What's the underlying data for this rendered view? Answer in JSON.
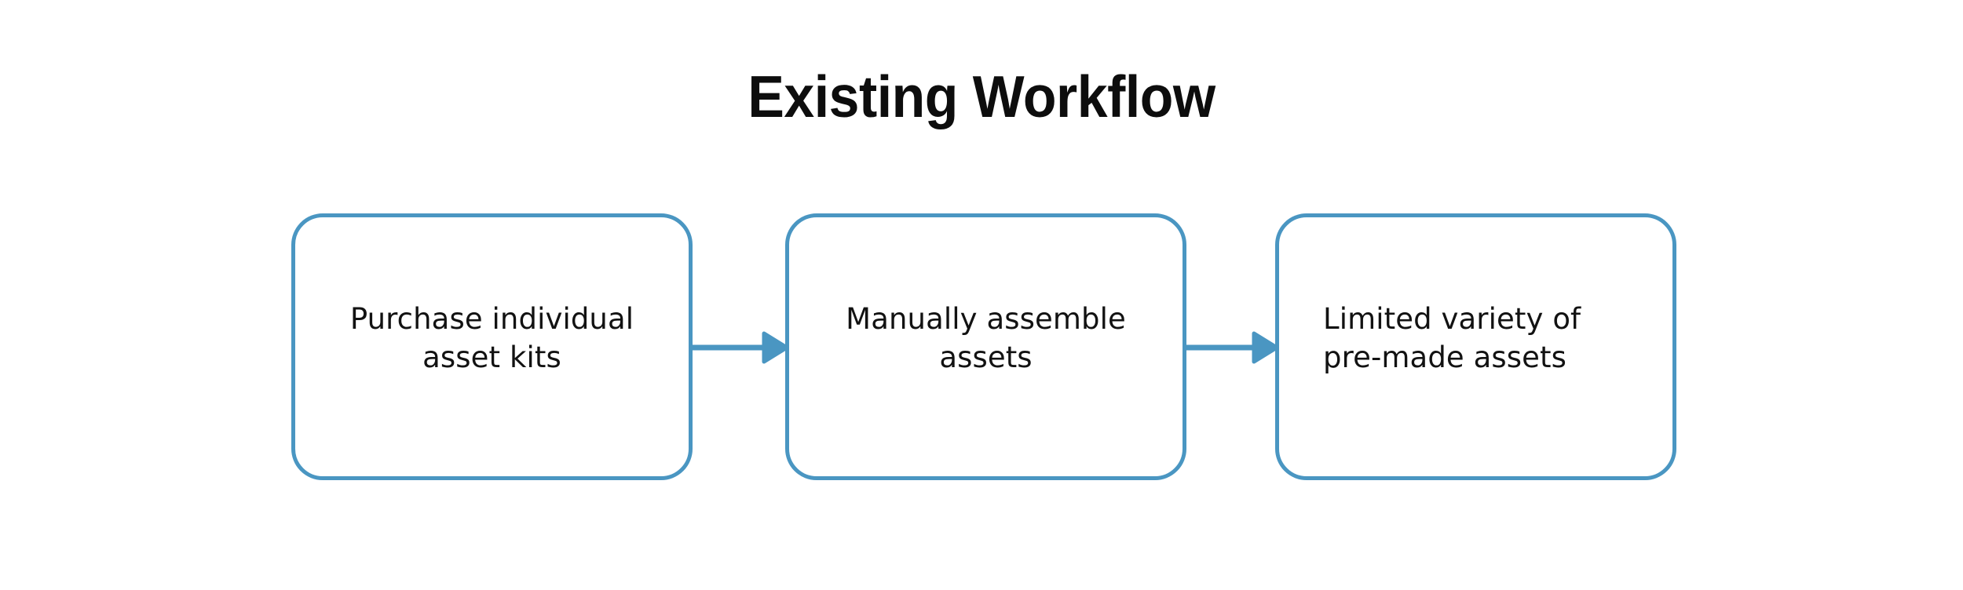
{
  "title": "Existing Workflow",
  "colors": {
    "accent": "#4a96c2",
    "text": "#121212",
    "title": "#0d0d0d",
    "background": "#ffffff"
  },
  "diagram": {
    "type": "linear-flow",
    "orientation": "horizontal",
    "steps": [
      {
        "id": "step-1",
        "order": 1,
        "label": "Purchase individual\nasset kits",
        "line1": "Purchase individual",
        "line2": "asset kits",
        "align": "center"
      },
      {
        "id": "step-2",
        "order": 2,
        "label": "Manually assemble\nassets",
        "line1": "Manually assemble",
        "line2": "assets",
        "align": "center"
      },
      {
        "id": "step-3",
        "order": 3,
        "label": "Limited variety of\npre-made assets",
        "line1": "Limited variety of",
        "line2": "pre-made assets",
        "align": "left"
      }
    ],
    "connectors": [
      {
        "id": "connector-1",
        "from": "step-1",
        "to": "step-2",
        "style": "solid-arrow"
      },
      {
        "id": "connector-2",
        "from": "step-2",
        "to": "step-3",
        "style": "solid-arrow"
      }
    ]
  }
}
